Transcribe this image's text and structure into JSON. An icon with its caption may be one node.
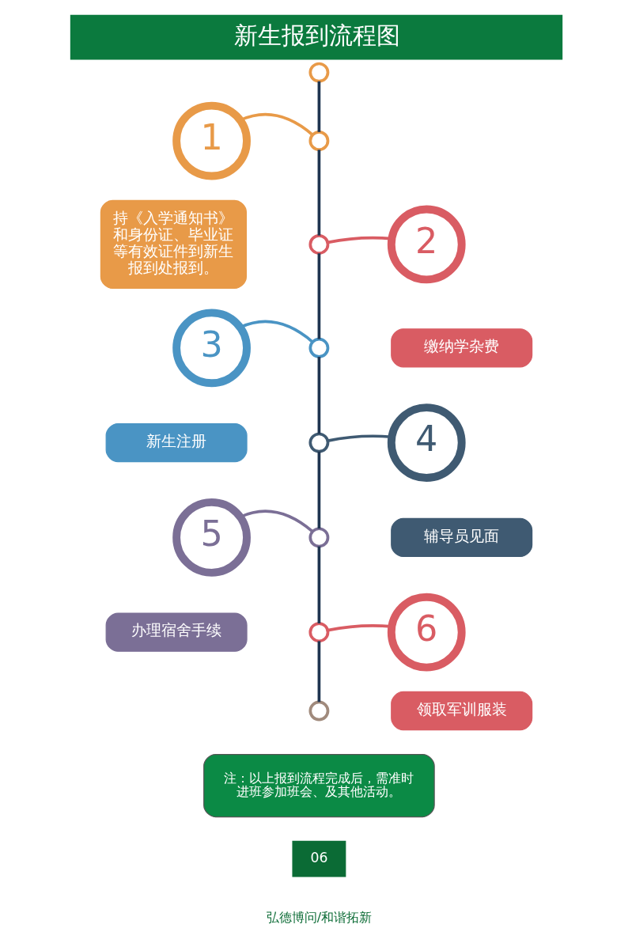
{
  "diagram": {
    "title": "新生报到流程图",
    "nodes": [
      {
        "text": [],
        "shape": "circle"
      },
      {
        "text": [
          "1"
        ]
      },
      {
        "text": [],
        "shape": "circle"
      },
      {
        "text": [
          "持《入学通知书》和身份证、毕业证等有效证件到新生报到处报到。"
        ]
      },
      {
        "text": [],
        "shape": "circle"
      },
      {
        "text": [
          "2"
        ]
      },
      {
        "text": [
          "缴纳学杂费"
        ]
      },
      {
        "text": [
          "3"
        ]
      },
      {
        "text": [],
        "shape": "circle"
      },
      {
        "text": [
          "新生注册"
        ]
      },
      {
        "text": [],
        "shape": "circle"
      },
      {
        "text": [
          "4"
        ]
      },
      {
        "text": [
          "辅导员见面"
        ]
      },
      {
        "text": [
          "5"
        ]
      },
      {
        "text": [],
        "shape": "circle"
      },
      {
        "text": [
          "办理宿舍手续"
        ]
      },
      {
        "text": [],
        "shape": "circle"
      },
      {
        "text": [
          "6"
        ]
      },
      {
        "text": [
          "领取军训服装"
        ]
      },
      {
        "text": [],
        "shape": "circle"
      },
      {
        "text": [
          "注：以上报到流程完成后，需准时进班参加班会、及其他活动。"
        ]
      }
    ],
    "edges": [
      {
        "from": 0,
        "to": 2,
        "arrow": "none"
      },
      {
        "from": 2,
        "to": 4,
        "arrow": "none"
      },
      {
        "from": 4,
        "to": 8,
        "arrow": "none"
      },
      {
        "from": 8,
        "to": 10,
        "arrow": "none"
      },
      {
        "from": 10,
        "to": 14,
        "arrow": "none"
      },
      {
        "from": 14,
        "to": 16,
        "arrow": "none"
      },
      {
        "from": 16,
        "to": 19,
        "arrow": "none"
      },
      {
        "from": 1,
        "to": 2,
        "arrow": "none",
        "color": "#e89a48"
      },
      {
        "from": 5,
        "to": 4,
        "arrow": "none",
        "color": "#d95c63"
      },
      {
        "from": 7,
        "to": 8,
        "arrow": "none",
        "color": "#4a94c4"
      },
      {
        "from": 11,
        "to": 10,
        "arrow": "none",
        "color": "#3f5a72"
      },
      {
        "from": 13,
        "to": 14,
        "arrow": "none",
        "color": "#7b6f96"
      },
      {
        "from": 17,
        "to": 16,
        "arrow": "none",
        "color": "#d95c63"
      }
    ],
    "labels": [
      "06",
      "弘德博问/和谐拓新"
    ]
  }
}
